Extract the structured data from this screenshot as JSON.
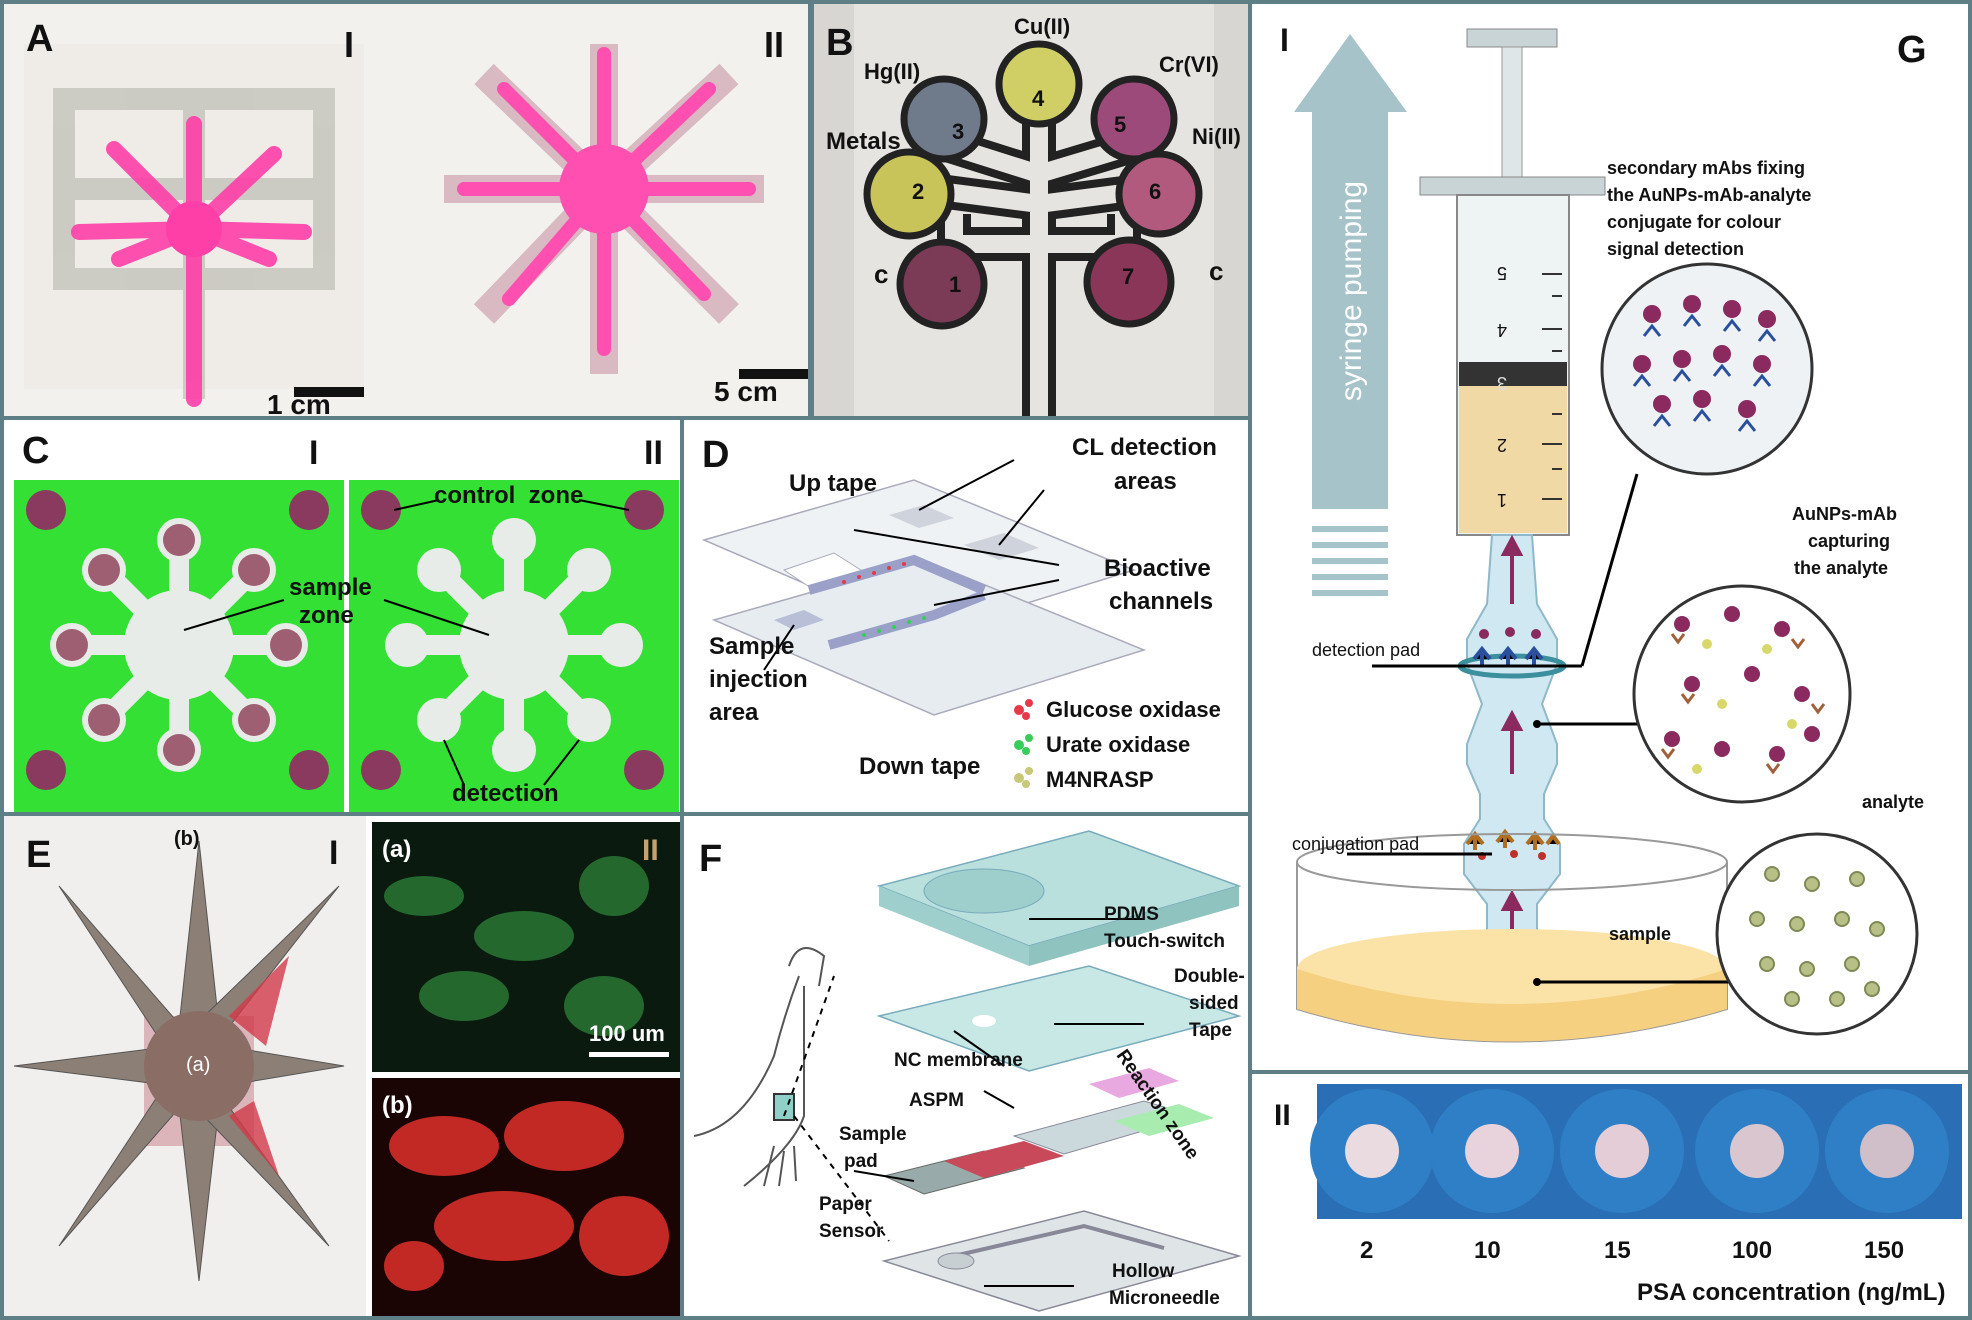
{
  "panels": {
    "A": {
      "label": "A",
      "sub1": "I",
      "sub2": "II",
      "scale1": "1 cm",
      "scale2": "5 cm"
    },
    "B": {
      "label": "B",
      "cu": "Cu(II)",
      "hg": "Hg(II)",
      "cr": "Cr(VI)",
      "metals": "Metals",
      "ni": "Ni(II)",
      "n1": "1",
      "n2": "2",
      "n3": "3",
      "n4": "4",
      "n5": "5",
      "n6": "6",
      "n7": "7",
      "c_left": "c",
      "c_right": "c"
    },
    "C": {
      "label": "C",
      "sub1": "I",
      "sub2": "II",
      "control": "control  zone",
      "sample1": "sample",
      "sample2": "zone",
      "detection": "detection"
    },
    "D": {
      "label": "D",
      "up_tape": "Up tape",
      "cl1": "CL detection",
      "cl2": "areas",
      "bio1": "Bioactive",
      "bio2": "channels",
      "sample1": "Sample",
      "sample2": "injection",
      "sample3": "area",
      "down_tape": "Down tape",
      "legend": [
        "Glucose oxidase",
        "Urate oxidase",
        "M4NRASP"
      ]
    },
    "E": {
      "label": "E",
      "sub1": "I",
      "sub2": "II",
      "a_top": "(a)",
      "b_top": "(b)",
      "a_center": "(a)",
      "b_star": "(b)",
      "scale": "100 um"
    },
    "F": {
      "label": "F",
      "pdms1": "PDMS",
      "pdms2": "Touch-switch",
      "ds1": "Double-",
      "ds2": "sided",
      "ds3": "Tape",
      "nc": "NC membrane",
      "aspm": "ASPM",
      "reaction": "Reaction zone",
      "sp1": "Sample",
      "sp2": "pad",
      "ps1": "Paper",
      "ps2": "Sensor",
      "hm1": "Hollow",
      "hm2": "Microneedle"
    },
    "G": {
      "label": "G",
      "sub1": "I",
      "sub2": "II",
      "syringe": "syringe pumping",
      "sec": [
        "secondary mAbs fixing",
        "the  AuNPs-mAb-analyte",
        "conjugate for colour",
        "signal detection"
      ],
      "aunp": [
        "AuNPs-mAb",
        "capturing",
        "the analyte"
      ],
      "det_pad": "detection pad",
      "conj_pad": "conjugation pad",
      "analyte": "analyte",
      "sample": "sample",
      "ticks": [
        "5",
        "4",
        "3",
        "2",
        "1"
      ],
      "conc_values": [
        "2",
        "10",
        "15",
        "100",
        "150"
      ],
      "conc_axis": "PSA concentration (ng/mL)"
    }
  },
  "colors": {
    "frame": "#5f7f87",
    "pink": "#ff3fa8",
    "green_bg": "#33e033",
    "blue_disc": "#2f7fc7",
    "wine": "#8a2a5e"
  }
}
